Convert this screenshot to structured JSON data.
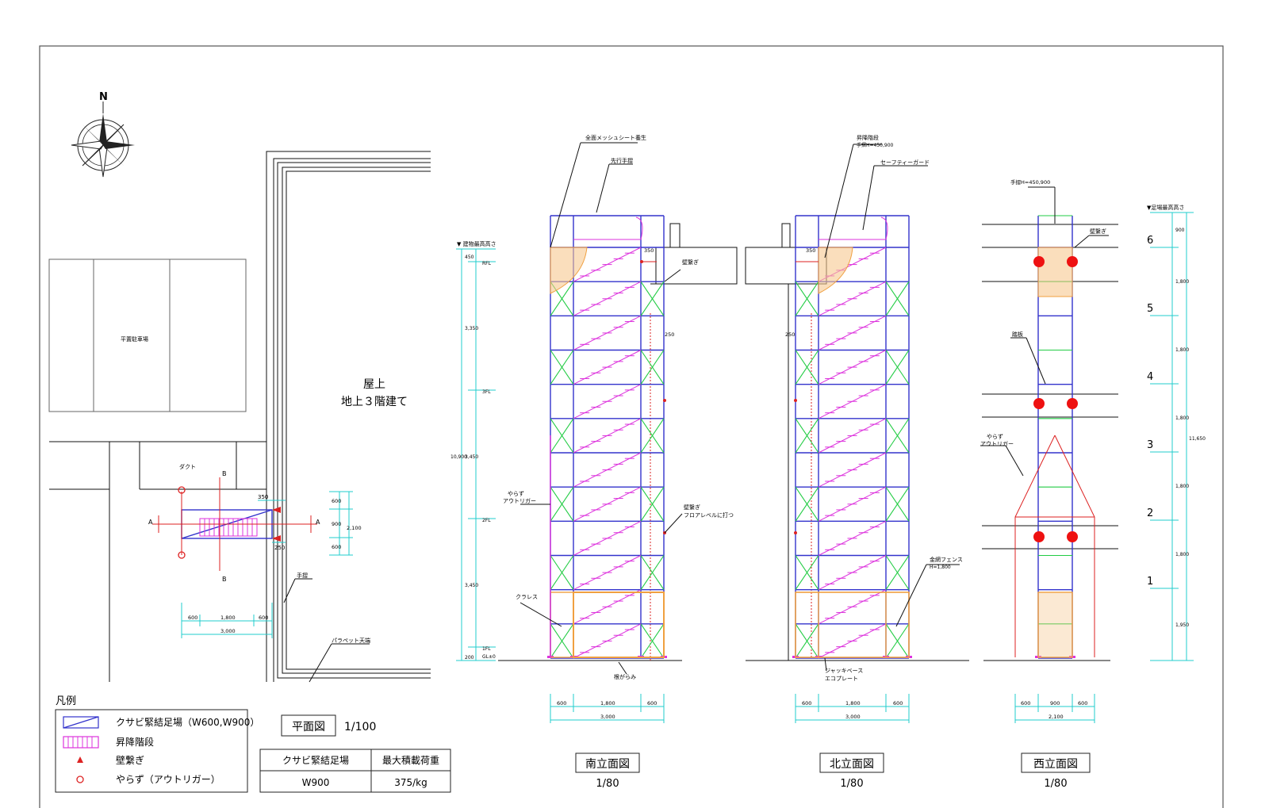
{
  "compass": {
    "north": "N"
  },
  "plan": {
    "parking": "平置駐車場",
    "building_line1": "屋上",
    "building_line2": "地上３階建て",
    "duct": "ダクト",
    "handrail": "手摺",
    "parapet": "パラペット天端",
    "sec_a": "A",
    "sec_b": "B",
    "dim_350": "350",
    "dim_250": "250",
    "dims_h": [
      "600",
      "1,800",
      "600"
    ],
    "dim_h_total": "3,000",
    "dims_v": [
      "600",
      "900",
      "600"
    ],
    "dim_v_total": "2,100"
  },
  "legend": {
    "title": "凡例",
    "items": [
      "クサビ緊結足場（W600,W900）",
      "昇降階段",
      "壁繋ぎ",
      "やらず（アウトリガー）"
    ]
  },
  "plan_title": {
    "label": "平面図",
    "scale": "1/100"
  },
  "load_table": {
    "headers": [
      "クサビ緊結足場",
      "最大積載荷重"
    ],
    "row": [
      "W900",
      "375/kg"
    ]
  },
  "south": {
    "title": "南立面図",
    "scale": "1/80",
    "mesh_sheet": "全面メッシュシート養生",
    "lead_rail": "先行手摺",
    "wall_tie": "壁繋ぎ",
    "wall_tie_floor_1": "壁繋ぎ",
    "wall_tie_floor_2": "フロアレベルに打つ",
    "outrigger_1": "やらず",
    "outrigger_2": "アウトリガー",
    "crane": "クラレス",
    "root": "根がらみ",
    "height_label": "▼ 建物最高高さ",
    "levels": [
      "RFL",
      "3FL",
      "2FL",
      "1FL",
      "GL±0"
    ],
    "vdims": [
      "450",
      "3,350",
      "3,450",
      "3,450",
      "200"
    ],
    "vtotal": "10,900",
    "d350": "350",
    "d250": "250",
    "bottom_dims": [
      "600",
      "1,800",
      "600"
    ],
    "bottom_total": "3,000"
  },
  "north": {
    "title": "北立面図",
    "scale": "1/80",
    "stairs_1": "昇降階段",
    "stairs_2": "手摺H=450,900",
    "safety_guard": "セーフティーガード",
    "fence_1": "金網フェンス",
    "fence_2": "H=1,800",
    "jack_1": "ジャッキベース",
    "jack_2": "エコプレート",
    "d350": "350",
    "d250": "250",
    "bottom_dims": [
      "600",
      "1,800",
      "600"
    ],
    "bottom_total": "3,000"
  },
  "west": {
    "title": "西立面図",
    "scale": "1/80",
    "handrail": "手摺H=450,900",
    "wall_tie": "壁繋ぎ",
    "plank": "踏板",
    "outrigger_1": "やらず",
    "outrigger_2": "アウトリガー",
    "height_label": "▼足場最高高さ",
    "levels": [
      "6",
      "5",
      "4",
      "3",
      "2",
      "1"
    ],
    "vdims": [
      "900",
      "1,800",
      "1,800",
      "1,800",
      "1,800",
      "1,800",
      "1,950"
    ],
    "vtotal": "11,650",
    "bottom_dims": [
      "600",
      "900",
      "600"
    ],
    "bottom_total": "2,100"
  },
  "colors": {
    "frame": "#3333cc",
    "brace": "#22cc44",
    "stairs": "#dd33dd",
    "tie": "#dd2222",
    "dimension": "#22cccc",
    "fence": "#f0a040"
  }
}
